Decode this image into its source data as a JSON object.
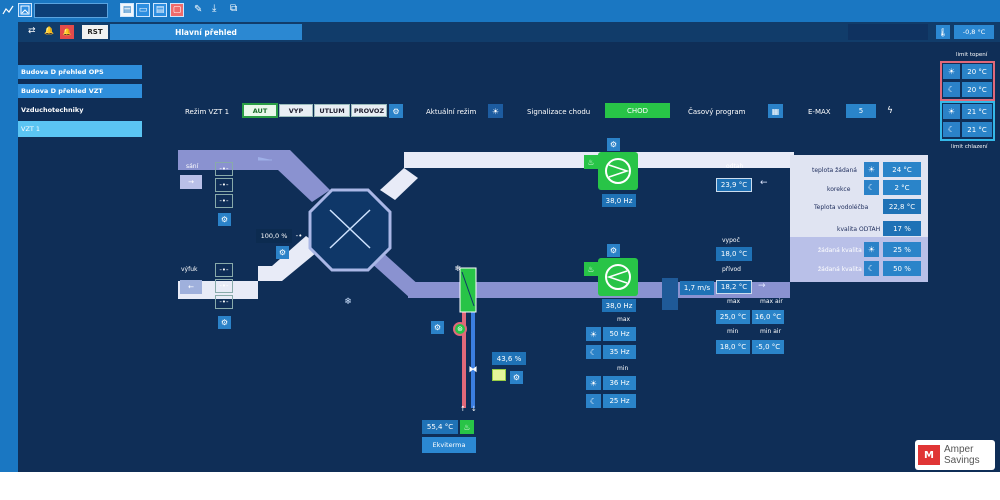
{
  "top_bar": {
    "title_value": "",
    "tools": [
      "chart-icon",
      "image-icon",
      "list-icon",
      "table-icon",
      "view-icon",
      "stop-icon",
      "pencil-icon",
      "download-icon",
      "copy-icon"
    ]
  },
  "header": {
    "swap_icon": "⇄",
    "bell_icon": "🔔",
    "alarm_icon": "🔔",
    "rst_label": "RST",
    "page_title": "Hlavní přehled",
    "outdoor_temp": "-0,8 °C"
  },
  "sidebar": {
    "items": [
      {
        "label": "Budova D přehled OPS"
      },
      {
        "label": "Budova D přehled VZT"
      },
      {
        "label": "Vzduchotechniky"
      },
      {
        "label": "VZT 1"
      }
    ]
  },
  "limits": {
    "heating_label": "limit topení",
    "cooling_label": "limit chlazení",
    "heat_day": "20 °C",
    "heat_night": "20 °C",
    "cool_day": "21 °C",
    "cool_night": "21 °C"
  },
  "controls": {
    "mode_label": "Režim VZT 1",
    "modes": [
      "AUT",
      "VYP",
      "UTLUM",
      "PROVOZ"
    ],
    "current_mode_label": "Aktuální režim",
    "run_signal_label": "Signalizace chodu",
    "run_state": "CHOD",
    "time_program_label": "Časový program",
    "emax_label": "E-MAX",
    "emax_value": "5"
  },
  "diagram": {
    "intake_label": "sání",
    "exhaust_label": "výfuk",
    "bypass_value": "100,0 %",
    "exhaust_fan_freq": "38,0 Hz",
    "supply_fan_freq": "38,0 Hz",
    "extract_label": "odtah",
    "extract_temp": "23,9 °C",
    "calc_label": "vypoč",
    "calc_value": "18,0 °C",
    "supply_label": "přívod",
    "supply_temp": "18,2 °C",
    "air_speed": "1,7 m/s",
    "max_label": "max",
    "max_air_label": "max air",
    "max_value": "25,0 °C",
    "max_air_value": "16,0 °C",
    "min_label": "min",
    "min_air_label": "min air",
    "min_value": "18,0 °C",
    "min_air_value": "-5,0 °C",
    "valve_percent": "43,6 %",
    "water_temp": "55,4 °C",
    "ekviterm_label": "Ekviterma",
    "fan_max_label": "max",
    "fan_max_day": "50 Hz",
    "fan_max_night": "35 Hz",
    "fan_min_label": "min",
    "fan_min_day": "36 Hz",
    "fan_min_night": "25 Hz"
  },
  "right_panel": {
    "rows": [
      {
        "label": "teplota žádaná",
        "value": "24 °C"
      },
      {
        "label": "korekce",
        "value": "2 °C"
      },
      {
        "label": "Teplota vodoléčba",
        "value": "22,8 °C"
      },
      {
        "label": "kvalita ODTAH",
        "value": "17 %"
      },
      {
        "label": "žádaná kvalita",
        "value": "25 %"
      },
      {
        "label": "žádaná kvalita",
        "value": "50 %"
      }
    ]
  },
  "logo": {
    "line1": "Amper",
    "line2": "Savings"
  },
  "colors": {
    "brand": "#1a77c2",
    "background": "#0f2e57",
    "active": "#28c447",
    "heating": "#e0697a",
    "cooling": "#35b8e8"
  }
}
